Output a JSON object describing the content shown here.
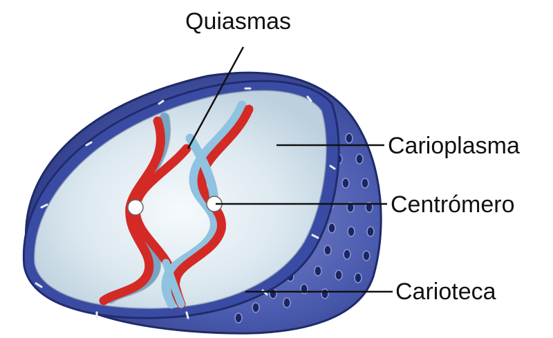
{
  "labels": {
    "quiasmas": "Quiasmas",
    "carioplasma": "Carioplasma",
    "centromero": "Centrómero",
    "carioteca": "Carioteca"
  },
  "colors": {
    "nuclear_envelope": "#3c4fa6",
    "envelope_dark": "#28357a",
    "karyoplasm": "#d9e6ef",
    "chromosome_red": "#d42a26",
    "chromosome_blue": "#8fc3e0",
    "centromere": "#ffffff"
  }
}
